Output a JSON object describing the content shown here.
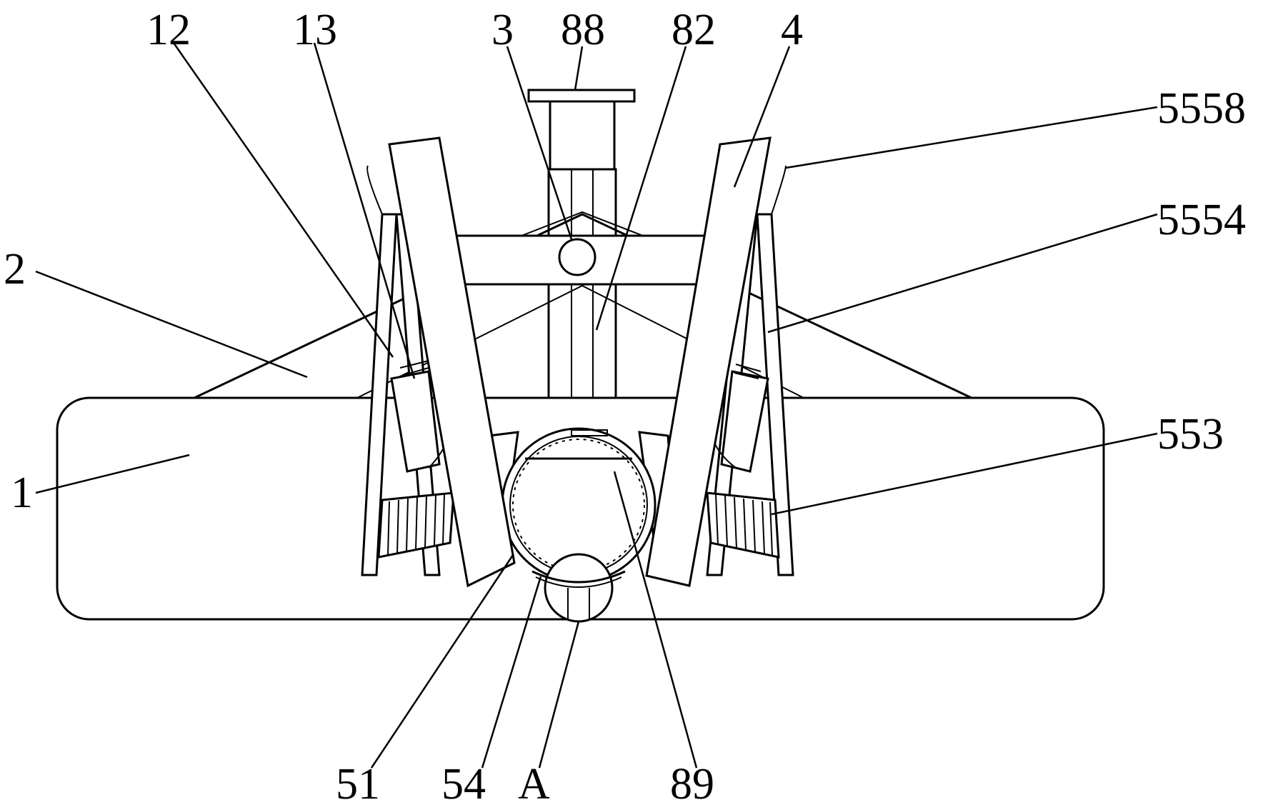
{
  "labels": {
    "l12": "12",
    "l13": "13",
    "l3": "3",
    "l88": "88",
    "l82": "82",
    "l4": "4",
    "l5558": "5558",
    "l5554": "5554",
    "l2": "2",
    "l1": "1",
    "l553": "553",
    "l51": "51",
    "l54": "54",
    "lA": "A",
    "l89": "89"
  }
}
